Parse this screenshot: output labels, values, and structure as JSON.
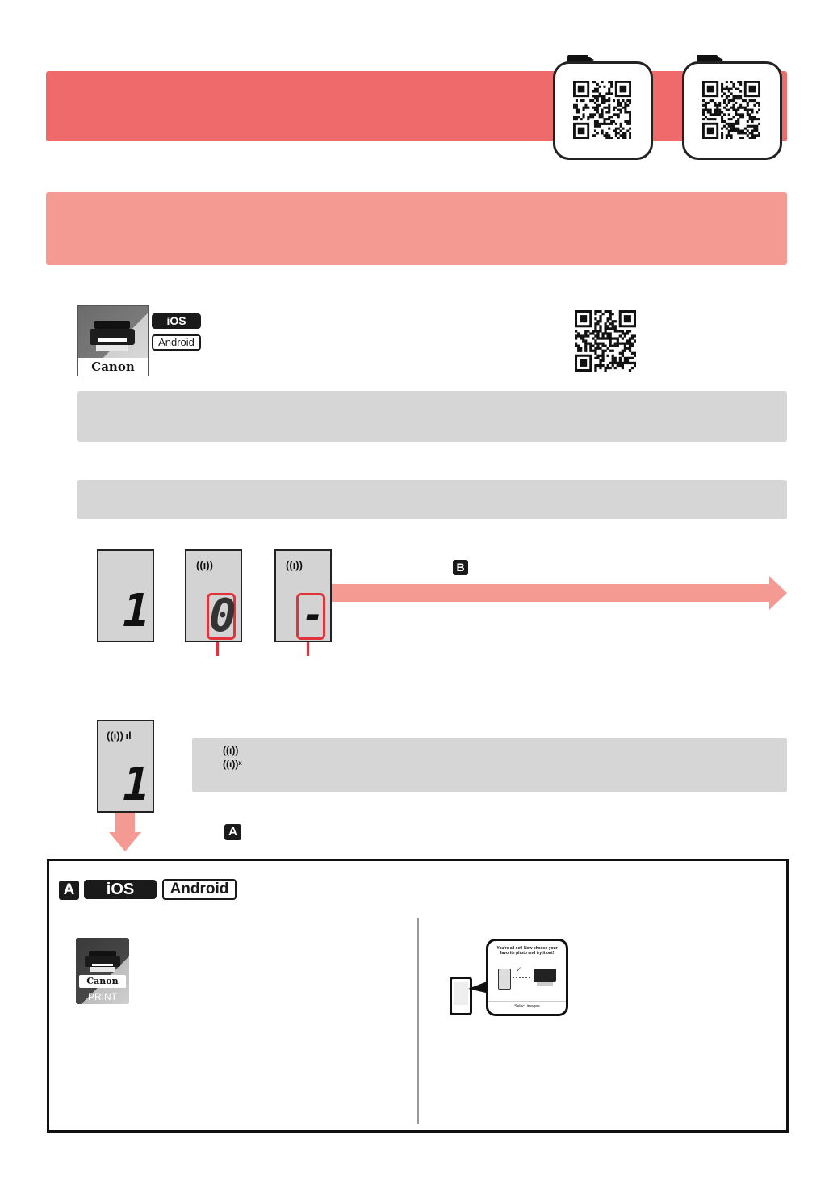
{
  "header": {
    "band_color": "#ef6a6a",
    "subband_color": "#f49a92",
    "qr_codes": [
      {
        "icon": "video-camera-icon"
      },
      {
        "icon": "video-camera-icon"
      }
    ]
  },
  "app_section": {
    "app_icon_brand": "Canon",
    "badges": {
      "ios": "iOS",
      "android": "Android"
    }
  },
  "lcd_panels": {
    "panel1_digit": "1",
    "panel2_digit": "0",
    "panel3_digit": "-",
    "wifi_glyph": "((ı))",
    "signal_glyph": "((ı)) ıl",
    "panel4_digit": "1"
  },
  "markers": {
    "b_label": "B",
    "a_label": "A"
  },
  "note_box": {
    "wifi_on_glyph": "((ı))",
    "wifi_off_glyph": "((ı))ˣ"
  },
  "section_a": {
    "label": "A",
    "badge_ios": "iOS",
    "badge_android": "Android",
    "print_app": {
      "brand": "Canon",
      "caption": "PRINT"
    },
    "phone_screen": {
      "message": "You're all set! Now choose your favorite photo and try it out!",
      "button": "Select images"
    }
  }
}
